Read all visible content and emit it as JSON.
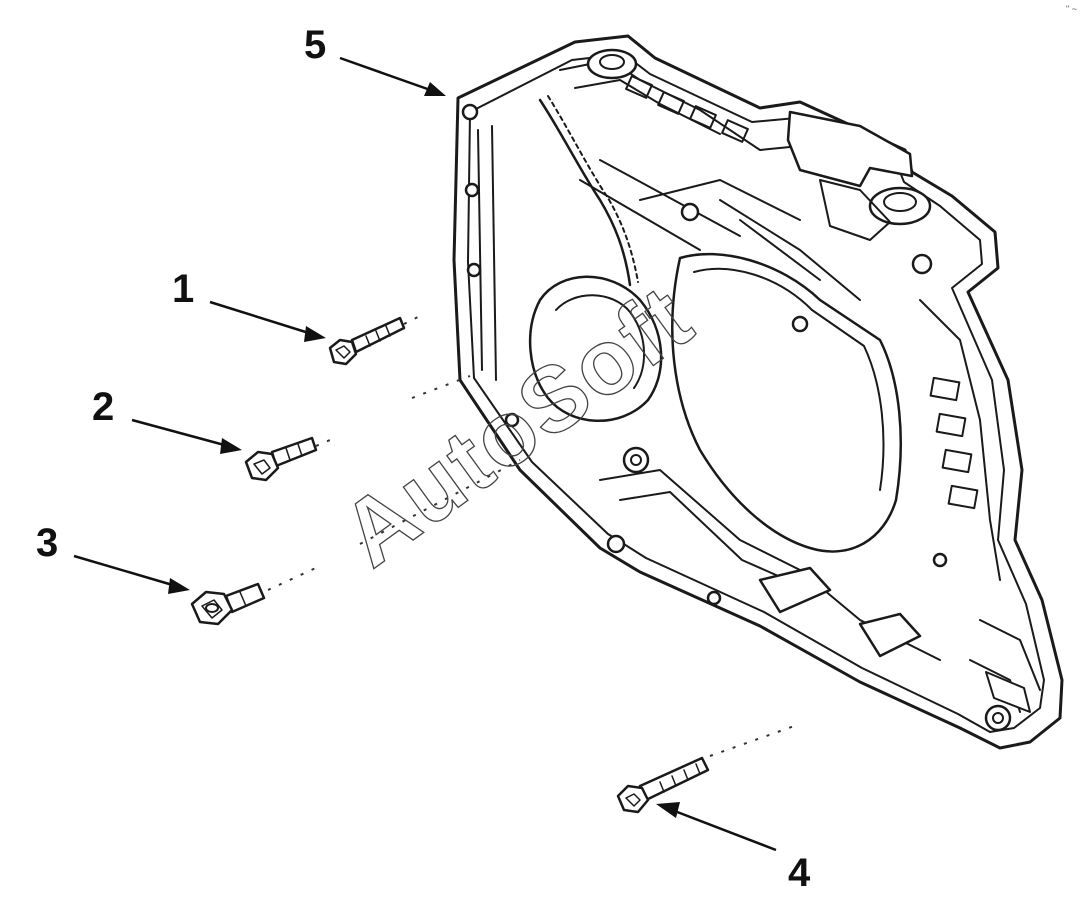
{
  "watermark": {
    "text": "AutoSoft"
  },
  "corner_mark": {
    "text": "\" ~"
  },
  "callouts": [
    {
      "id": "1",
      "label": "1"
    },
    {
      "id": "2",
      "label": "2"
    },
    {
      "id": "3",
      "label": "3"
    },
    {
      "id": "4",
      "label": "4"
    },
    {
      "id": "5",
      "label": "5"
    }
  ],
  "colors": {
    "ink": "#1a1a1a",
    "background": "#ffffff"
  }
}
